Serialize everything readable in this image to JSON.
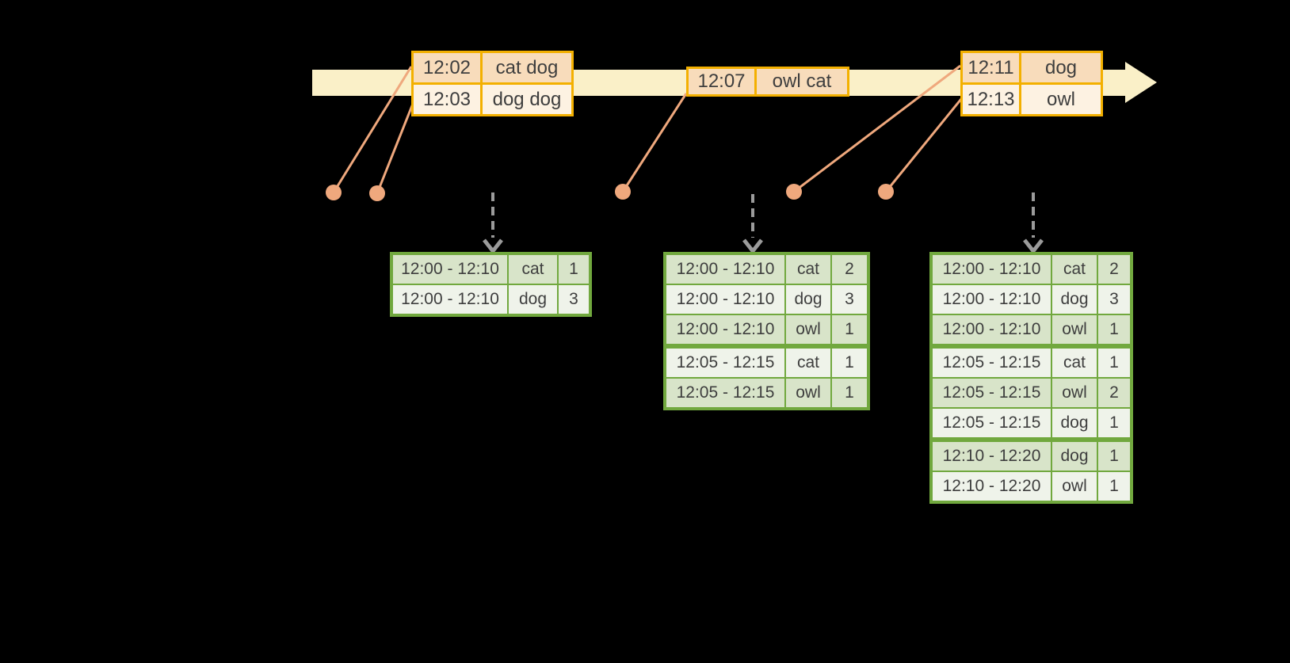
{
  "diagram": {
    "description": "streaming windowed word-count timeline with result tables"
  },
  "timeline": {
    "batches": [
      {
        "rows": [
          {
            "time": "12:02",
            "words": "cat dog"
          },
          {
            "time": "12:03",
            "words": "dog dog"
          }
        ]
      },
      {
        "rows": [
          {
            "time": "12:07",
            "words": "owl cat"
          }
        ]
      },
      {
        "rows": [
          {
            "time": "12:11",
            "words": "dog"
          },
          {
            "time": "12:13",
            "words": "owl"
          }
        ]
      }
    ]
  },
  "result_tables": [
    {
      "rows": [
        {
          "window": "12:00 - 12:10",
          "word": "cat",
          "count": 1
        },
        {
          "window": "12:00 - 12:10",
          "word": "dog",
          "count": 3
        }
      ]
    },
    {
      "rows": [
        {
          "window": "12:00 - 12:10",
          "word": "cat",
          "count": 2
        },
        {
          "window": "12:00 - 12:10",
          "word": "dog",
          "count": 3
        },
        {
          "window": "12:00 - 12:10",
          "word": "owl",
          "count": 1
        },
        {
          "window": "12:05 - 12:15",
          "word": "cat",
          "count": 1
        },
        {
          "window": "12:05 - 12:15",
          "word": "owl",
          "count": 1
        }
      ]
    },
    {
      "rows": [
        {
          "window": "12:00 - 12:10",
          "word": "cat",
          "count": 2
        },
        {
          "window": "12:00 - 12:10",
          "word": "dog",
          "count": 3
        },
        {
          "window": "12:00 - 12:10",
          "word": "owl",
          "count": 1
        },
        {
          "window": "12:05 - 12:15",
          "word": "cat",
          "count": 1
        },
        {
          "window": "12:05 - 12:15",
          "word": "owl",
          "count": 2
        },
        {
          "window": "12:05 - 12:15",
          "word": "dog",
          "count": 1
        },
        {
          "window": "12:10 - 12:20",
          "word": "dog",
          "count": 1
        },
        {
          "window": "12:10 - 12:20",
          "word": "owl",
          "count": 1
        }
      ]
    }
  ],
  "colors": {
    "background": "#000000",
    "timeline_band": "#FAF0C8",
    "event_border": "#F3B000",
    "event_row_dark": "#F8DCBB",
    "event_row_light": "#FDF2E2",
    "connector": "#EFA87D",
    "trigger_arrow": "#9B9B9B",
    "result_border": "#71A83E",
    "result_row_dark": "#D8E4C9",
    "result_row_light": "#EFF3EA",
    "text": "#3E3E3E"
  }
}
